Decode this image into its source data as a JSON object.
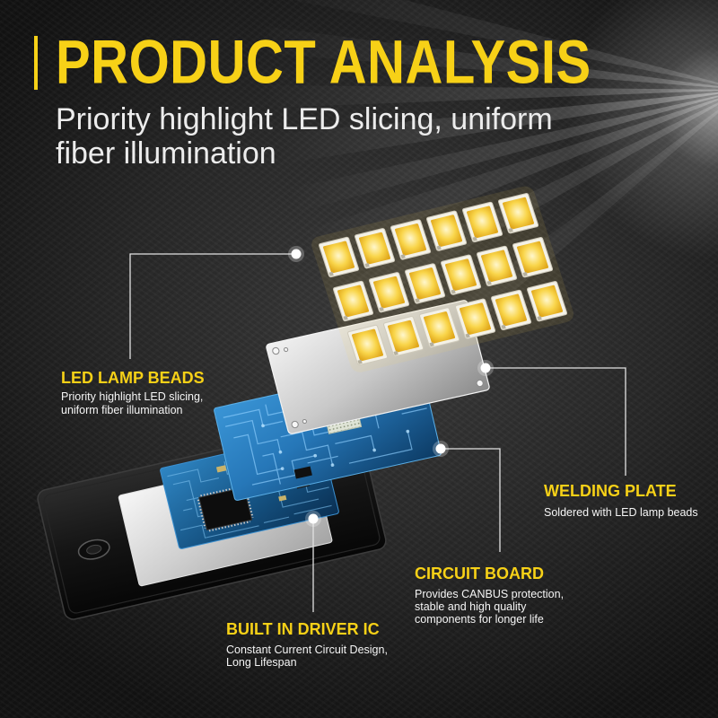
{
  "title": "PRODUCT ANALYSIS",
  "subtitle_lines": [
    "Priority highlight LED slicing, uniform",
    "fiber illumination"
  ],
  "callouts": {
    "led_lamp_beads": {
      "label": "LED LAMP BEADS",
      "description_lines": [
        "Priority highlight LED slicing,",
        "uniform fiber illumination"
      ]
    },
    "welding_plate": {
      "label": "WELDING PLATE",
      "description_lines": [
        "Soldered with LED lamp beads"
      ]
    },
    "circuit_board": {
      "label": "CIRCUIT BOARD",
      "description_lines": [
        "Provides CANBUS protection,",
        "stable and high quality",
        "components for longer life"
      ]
    },
    "built_in_driver_ic": {
      "label": "BUILT IN DRIVER IC",
      "description_lines": [
        "Constant Current Circuit Design,",
        "Long Lifespan"
      ]
    }
  },
  "colors": {
    "accent": "#f7d117",
    "subtitle": "#ececec",
    "description": "#f5f5f5",
    "led_phosphor": "#f9d54a",
    "circuit_board": "#2677b8",
    "housing": "#141414",
    "welding_plate": "#c9c9c9"
  }
}
